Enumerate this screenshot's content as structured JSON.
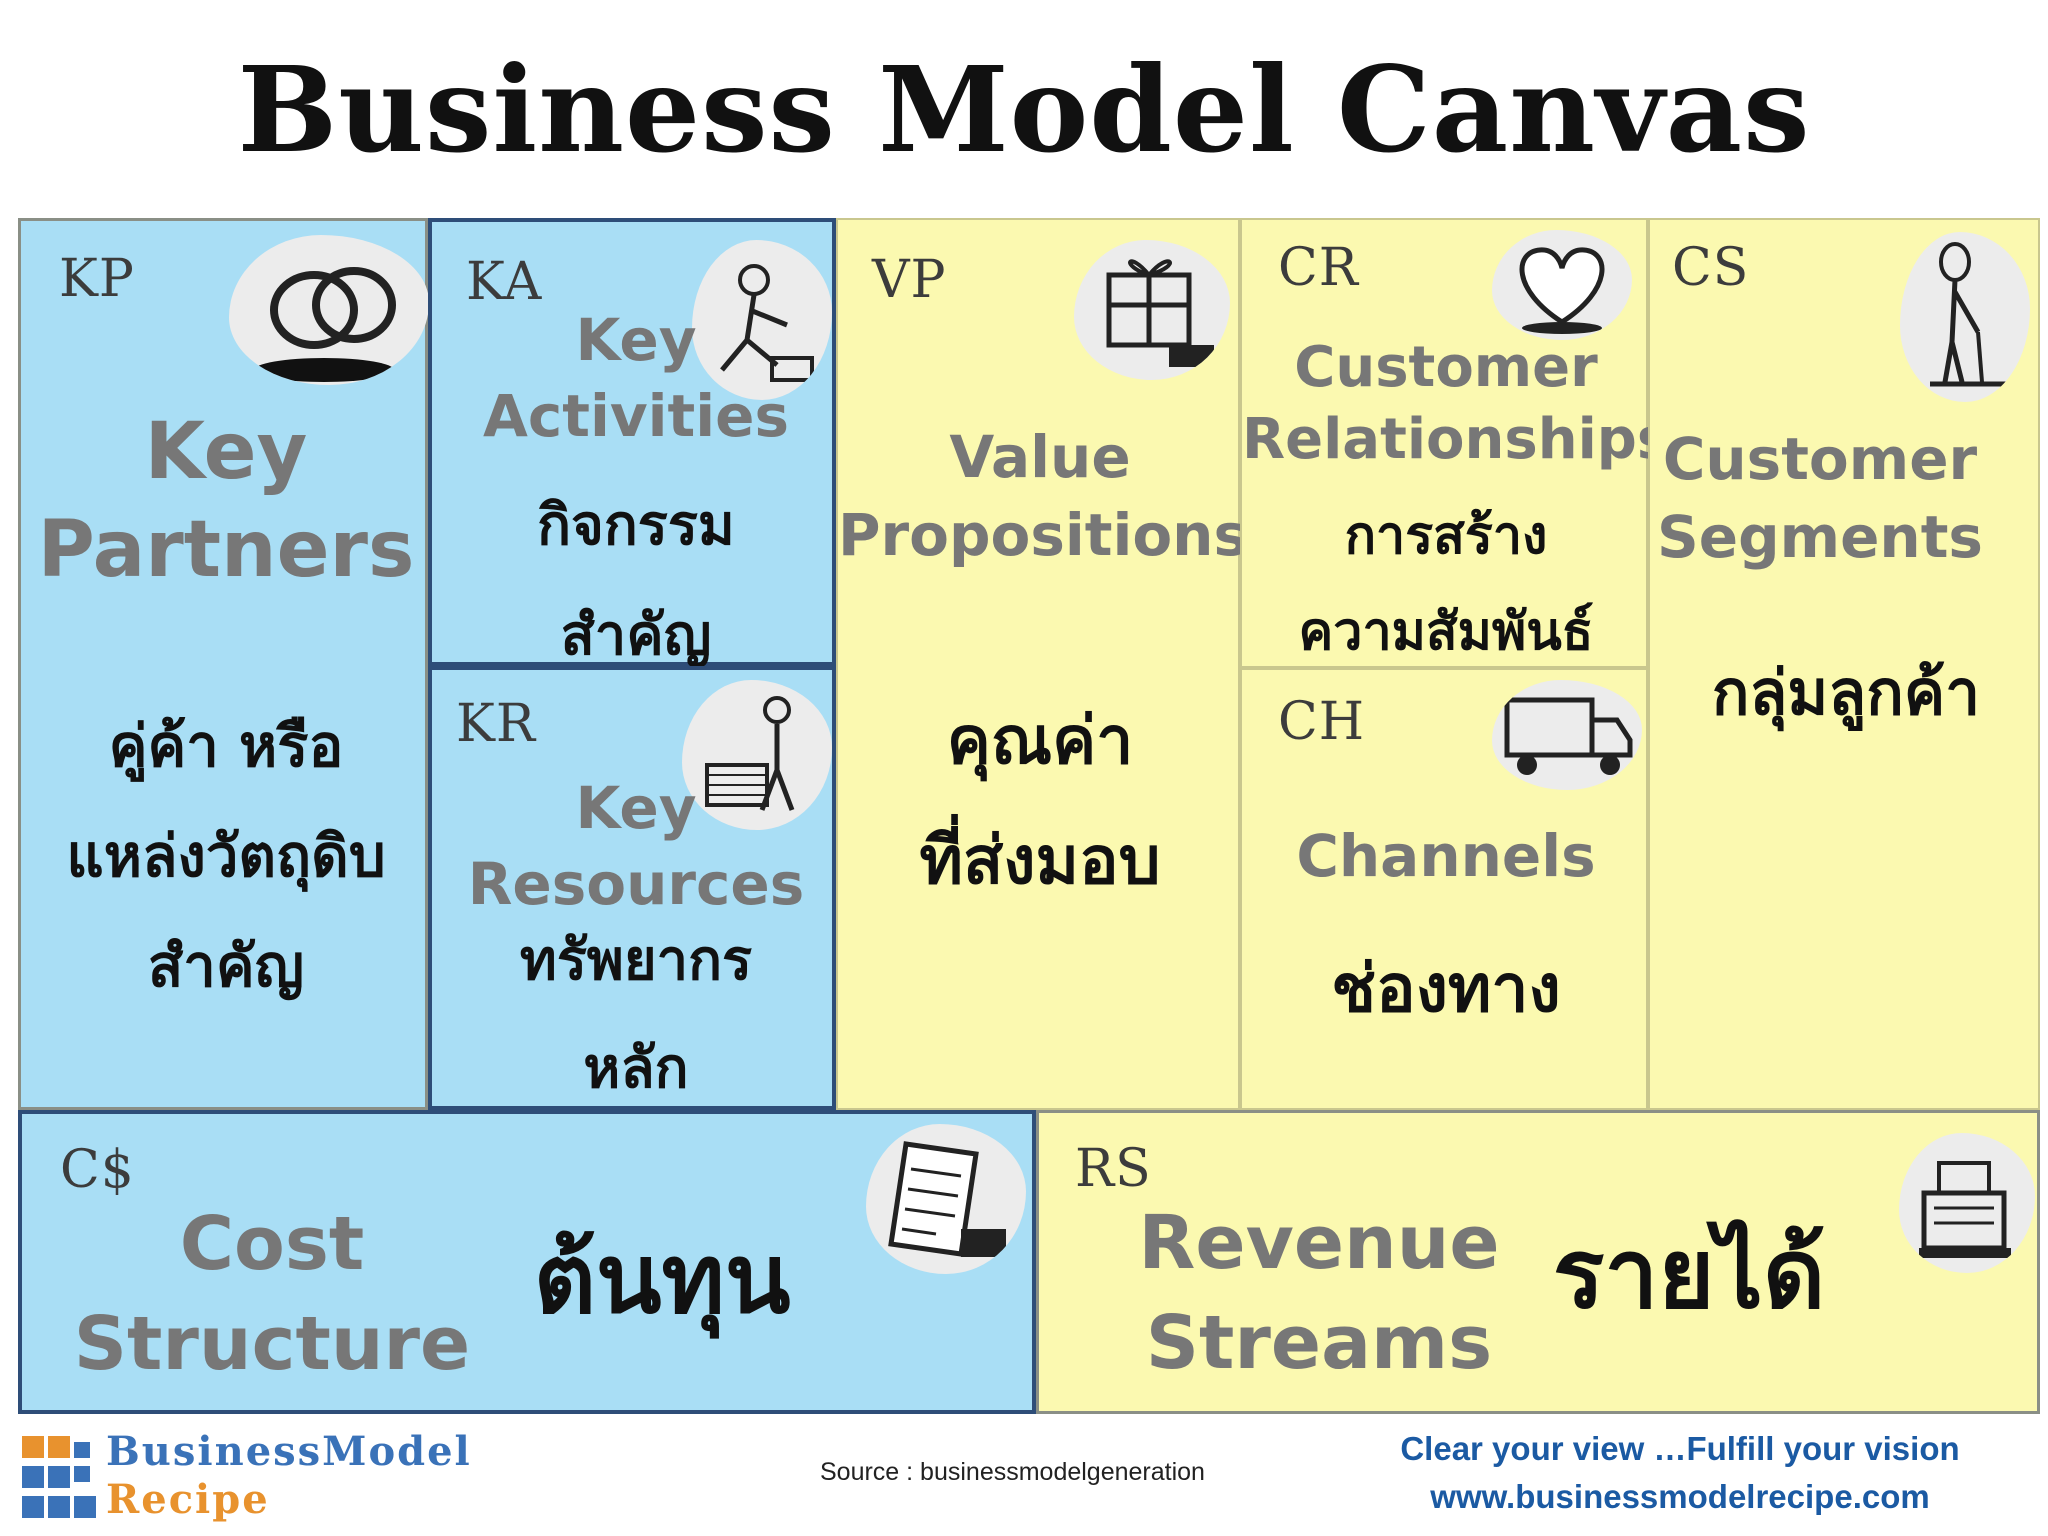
{
  "title": "Business Model Canvas",
  "blocks": {
    "kp": {
      "code": "KP",
      "eng_line1": "Key",
      "eng_line2": "Partners",
      "thai_line1": "คู่ค้า หรือ",
      "thai_line2": "แหล่งวัตถุดิบ",
      "thai_line3": "สำคัญ",
      "icon": "rings-icon"
    },
    "ka": {
      "code": "KA",
      "eng_line1": "Key",
      "eng_line2": "Activities",
      "thai_line1": "กิจกรรม",
      "thai_line2": "สำคัญ",
      "icon": "worker-icon"
    },
    "kr": {
      "code": "KR",
      "eng_line1": "Key",
      "eng_line2": "Resources",
      "thai_line1": "ทรัพยากร",
      "thai_line2": "หลัก",
      "icon": "forklift-icon"
    },
    "vp": {
      "code": "VP",
      "eng_line1": "Value",
      "eng_line2": "Propositions",
      "thai_line1": "คุณค่า",
      "thai_line2": "ที่ส่งมอบ",
      "icon": "gift-icon"
    },
    "cr": {
      "code": "CR",
      "eng_line1": "Customer",
      "eng_line2": "Relationships",
      "thai_line1": "การสร้าง",
      "thai_line2": "ความสัมพันธ์",
      "icon": "heart-icon"
    },
    "ch": {
      "code": "CH",
      "eng_line1": "Channels",
      "thai_line1": "ช่องทาง",
      "icon": "truck-icon"
    },
    "cs": {
      "code": "CS",
      "eng_line1": "Customer",
      "eng_line2": "Segments",
      "thai_line1": "กลุ่มลูกค้า",
      "icon": "person-icon"
    },
    "cost": {
      "code": "C$",
      "eng_line1": "Cost",
      "eng_line2": "Structure",
      "thai_line1": "ต้นทุน",
      "icon": "receipt-icon"
    },
    "rs": {
      "code": "RS",
      "eng_line1": "Revenue",
      "eng_line2": "Streams",
      "thai_line1": "รายได้",
      "icon": "cash-register-icon"
    }
  },
  "footer": {
    "logo_line1": "BusinessModel",
    "logo_line2": "Recipe",
    "source": "Source : businessmodelgeneration",
    "tagline": "Clear your view …Fulfill your vision",
    "url": "www.businessmodelrecipe.com"
  },
  "colors": {
    "blue_block": "#a9def5",
    "yellow_block": "#fbf9b0",
    "blue_border": "#2e4d78",
    "logo_blue": "#3a72b8",
    "logo_orange": "#e8922e",
    "link_blue": "#1b5aa3"
  }
}
